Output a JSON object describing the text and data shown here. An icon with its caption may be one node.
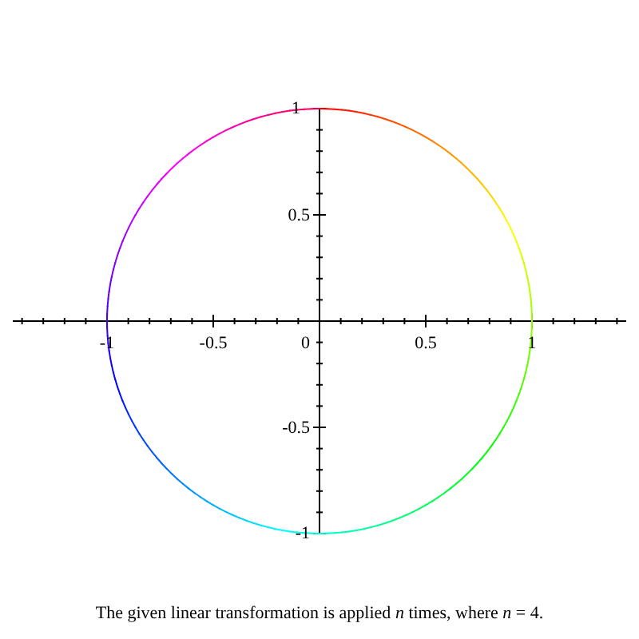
{
  "diagram": {
    "caption": "The given linear transformation is applied *n* times, where *n* = 4.",
    "labels": [
      "1",
      "0.5",
      "-1",
      "-0.5",
      "0",
      "0.5",
      "1",
      "-0.5",
      "-1"
    ]
  }
}
